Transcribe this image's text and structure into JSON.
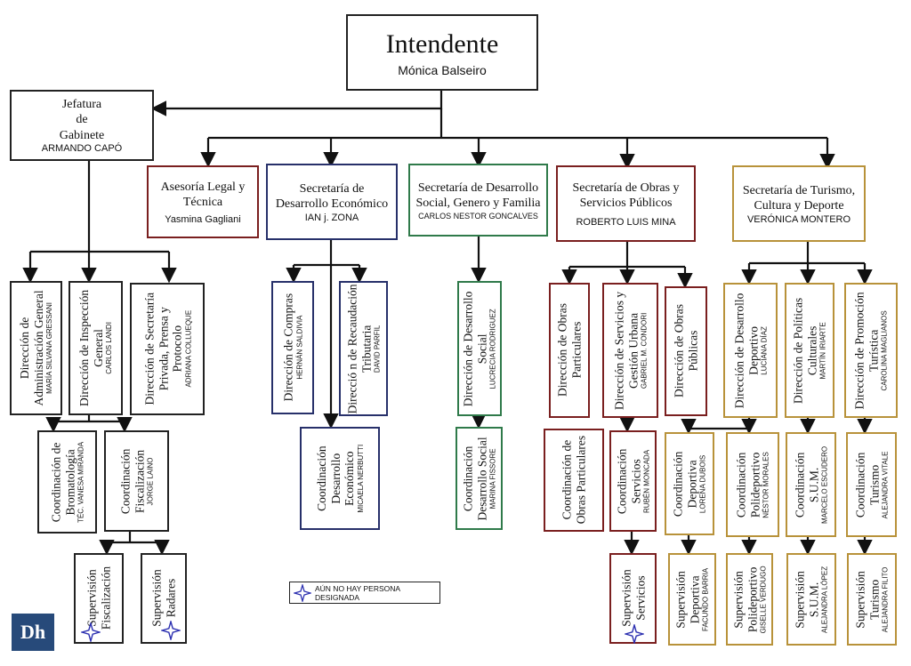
{
  "top": {
    "title": "Intendente",
    "name": "Mónica Balseiro"
  },
  "jefatura": {
    "l1": "Jefatura",
    "l2": "de",
    "l3": "Gabinete",
    "name": "ARMANDO CAPÓ"
  },
  "secretarias": {
    "legal": {
      "title": "Asesoría Legal y Técnica",
      "name": "Yasmina Gagliani"
    },
    "economico": {
      "title": "Secretaría de Desarrollo Económico",
      "name": "IAN j. ZONA"
    },
    "social": {
      "title": "Secretaría de Desarrollo Social, Genero y Familia",
      "name": "CARLOS NESTOR GONCALVES"
    },
    "obras": {
      "title": "Secretaría de Obras y Servicios Públicos",
      "name": "ROBERTO LUIS MINA"
    },
    "turismo": {
      "title": "Secretaría de Turismo, Cultura y Deporte",
      "name": "VERÓNICA MONTERO"
    }
  },
  "units": {
    "dir_admin": {
      "title": "Dirección de Administración General",
      "name": "MARÍA SILVANA GRESSANI"
    },
    "dir_insp": {
      "title": "Dirección de Inspección General",
      "name": "CARLOS LANDI"
    },
    "dir_priv": {
      "title": "Dirección de Secretaría Privada, Prensa y Protocolo",
      "name": "ADRIANA COLLUEQUE"
    },
    "coord_brom": {
      "title": "Coordinación de Bromatología",
      "name": "TÉC. VANESA MIRANDA"
    },
    "coord_fisc": {
      "title": "Coordinación Fiscalización",
      "name": "JORGE LAINO"
    },
    "sup_fisc": {
      "title": "Supervisión Fiscalización",
      "name": ""
    },
    "sup_radares": {
      "title": "Supervisión Radares",
      "name": ""
    },
    "dir_compras": {
      "title": "Dirección de Compras",
      "name": "HERNÁN SALDIVIA"
    },
    "dir_recaud": {
      "title": "Direcció n de Recaudación Tributaria",
      "name": "DAVID PARFIL"
    },
    "coord_deseco": {
      "title": "Coordinación Desarrollo Económico",
      "name": "MICAELA NERBUTTI"
    },
    "dir_dessoc": {
      "title": "Dirección de Desarrollo Social",
      "name": "LUCRECIA RODRIGUEZ"
    },
    "coord_dessoc": {
      "title": "Coordinación Desarrollo Social",
      "name": "MARINA FISSORE"
    },
    "dir_obrpart": {
      "title": "Dirección de Obras Particulares",
      "name": ""
    },
    "dir_servgest": {
      "title": "Dirección de Servicios y Gestión Urbana",
      "name": "GABRIEL M. CONDORI"
    },
    "dir_obrpub": {
      "title": "Dirección de Obras Públicas",
      "name": ""
    },
    "coord_obrpart": {
      "title": "Coordinación de Obras Particulares",
      "name": ""
    },
    "coord_serv": {
      "title": "Coordinación Servicios",
      "name": "RUBÉN MONCADA"
    },
    "sup_serv": {
      "title": "Supervisión Servicios",
      "name": ""
    },
    "dir_desdep": {
      "title": "Dirección de Desarrollo Deportivo",
      "name": "LUCIANA DÍAZ"
    },
    "dir_polcult": {
      "title": "Dirección de Políticas Culturales",
      "name": "MARTÍN IRIARTE"
    },
    "dir_promtur": {
      "title": "Dirección de Promoción Turística",
      "name": "CAROLINA MAGLIANOS"
    },
    "coord_dep": {
      "title": "Coordinación Deportiva",
      "name": "LORENA DUBOIS"
    },
    "coord_poli": {
      "title": "Coordinación Polideportivo",
      "name": "NÉSTOR MORALES"
    },
    "coord_sum": {
      "title": "Coordinación S.U.M.",
      "name": "MARCELO ESCUDERO"
    },
    "coord_tur": {
      "title": "Coordinación Turismo",
      "name": "ALEJANDRA VITALE"
    },
    "sup_dep": {
      "title": "Supervisión Deportiva",
      "name": "FACUNDO BARRIA"
    },
    "sup_poli": {
      "title": "Supervisión Polideportivo",
      "name": "GISELLE VERDUGO"
    },
    "sup_sum": {
      "title": "Supervisión S.U.M.",
      "name": "ALEJANDRA LÓPEZ"
    },
    "sup_tur": {
      "title": "Supervisión Turismo",
      "name": "ALEJANDRA FILITO"
    }
  },
  "legend": {
    "text": "AÚN NO HAY PERSONA DESIGNADA"
  },
  "logo": {
    "text": "Dh"
  },
  "colors": {
    "dark": "#222222",
    "red": "#7a1f1f",
    "blue": "#27306a",
    "green": "#2f7a4a",
    "gold": "#b8923a",
    "star": "#2b2fb0"
  }
}
